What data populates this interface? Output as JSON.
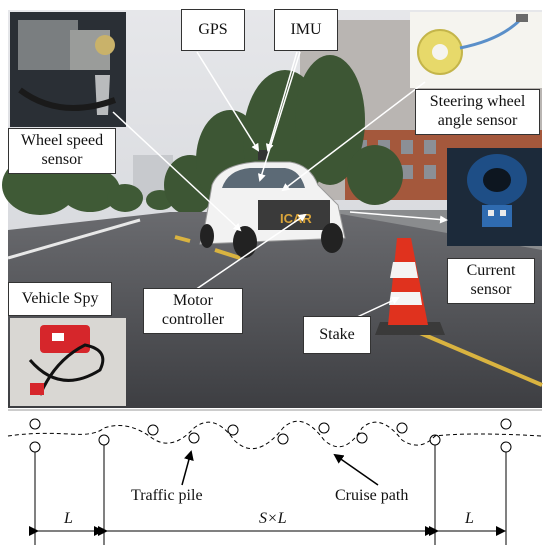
{
  "labels": {
    "gps": "GPS",
    "imu": "IMU",
    "steering": "Steering wheel angle sensor",
    "wheel_speed": "Wheel speed sensor",
    "current": "Current sensor",
    "vehicle_spy": "Vehicle Spy",
    "motor": "Motor controller",
    "stake": "Stake"
  },
  "schematic": {
    "traffic_pile": "Traffic pile",
    "cruise_path": "Cruise path",
    "dim_left": "L",
    "dim_middle": "S×L",
    "dim_right": "L"
  },
  "plate_text": "ICAR",
  "colors": {
    "sky": "#dcdde0",
    "road": "#4a4b4f",
    "cone_orange": "#e0321e",
    "car_white": "#f2f2f2",
    "tree_green": "#3f5a36",
    "lane_yellow": "#d9b340",
    "spy_red": "#d6262b"
  }
}
